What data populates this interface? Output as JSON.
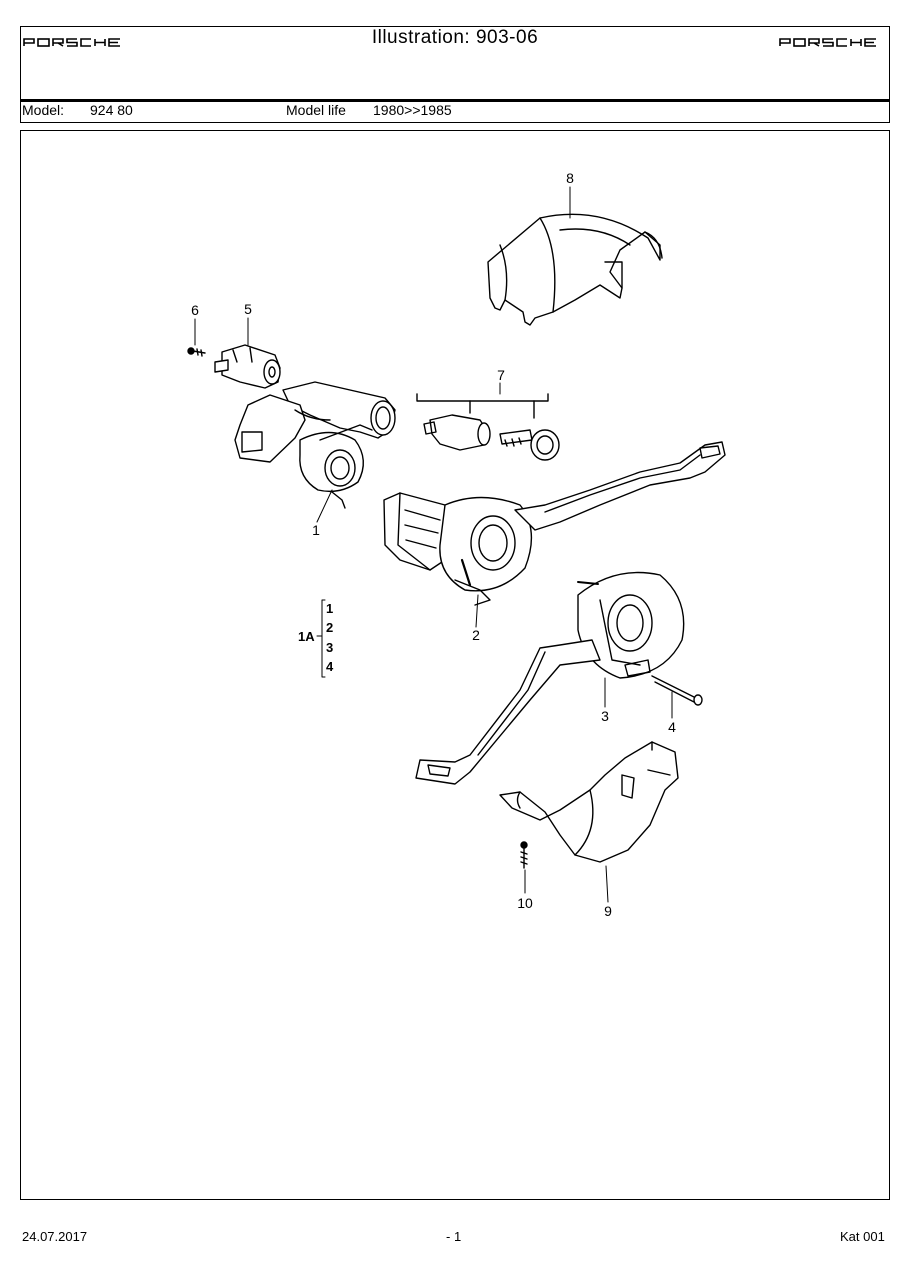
{
  "header": {
    "brand": "PORSCHE",
    "title": "Illustration: 903-06"
  },
  "model_bar": {
    "model_label": "Model:",
    "model_value": "924 80",
    "life_label": "Model life",
    "life_value": "1980>>1985"
  },
  "callouts": {
    "c1": "1",
    "c2": "2",
    "c3": "3",
    "c4": "4",
    "c5": "5",
    "c6": "6",
    "c7": "7",
    "c8": "8",
    "c9": "9",
    "c10": "10",
    "set_label": "1A",
    "set_items": [
      "1",
      "2",
      "3",
      "4"
    ]
  },
  "footer": {
    "date": "24.07.2017",
    "page": "- 1",
    "catalog": "Kat 001"
  }
}
